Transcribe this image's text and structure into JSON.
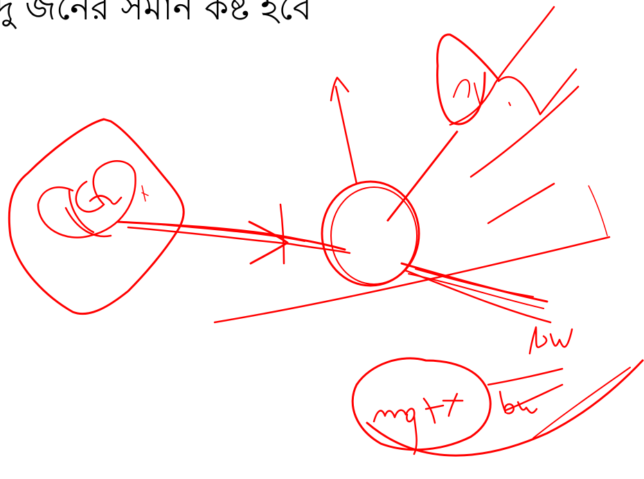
{
  "page": {
    "background": "#ffffff",
    "heading_text": "দু জনের সমান কষ্ট হবে",
    "heading_color": "#000000",
    "ink_color": "#ff0000",
    "handwriting_note": "mgt",
    "handwriting_fraction_top": "bw",
    "handwriting_fraction_bottom": "bw"
  }
}
